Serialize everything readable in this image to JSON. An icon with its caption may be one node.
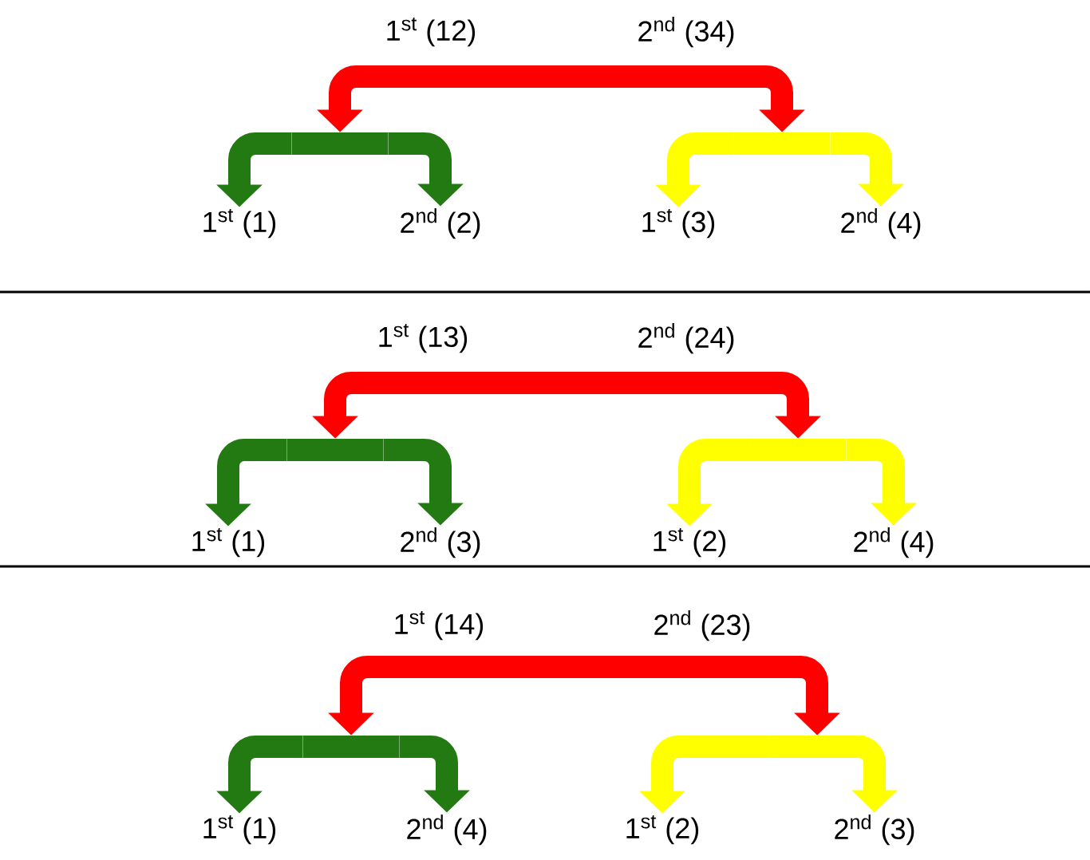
{
  "diagram": {
    "nodes": [
      {
        "text": [],
        "shape": "bar"
      },
      {
        "text": [],
        "shape": "bar"
      },
      {
        "text": [
          "1$^{st}$ (1)"
        ]
      },
      {
        "text": [
          "2$^{nd}$ (2)"
        ]
      },
      {
        "text": [
          "1$^{st}$ (3)"
        ]
      },
      {
        "text": [
          "2$^{nd}$ (4)"
        ]
      },
      {
        "text": [],
        "shape": "bar"
      },
      {
        "text": [],
        "shape": "bar"
      },
      {
        "text": [
          "1$^{st}$ (1)"
        ]
      },
      {
        "text": [
          "2$^{nd}$ (3)"
        ]
      },
      {
        "text": [
          "1$^{st}$ (2)"
        ]
      },
      {
        "text": [
          "2$^{nd}$ (4)"
        ]
      },
      {
        "text": [],
        "shape": "bar"
      },
      {
        "text": [],
        "shape": "bar"
      },
      {
        "text": [
          "1$^{st}$ (1)"
        ]
      },
      {
        "text": [
          "2$^{nd}$ (4)"
        ]
      },
      {
        "text": [
          "1$^{st}$ (2)"
        ]
      },
      {
        "text": [
          "2$^{nd}$ (3)"
        ]
      }
    ],
    "edges": [
      {
        "from": null,
        "to": 0,
        "arrow": "to",
        "label": "1$^{st}$ (12)",
        "color": "#ff0000"
      },
      {
        "from": null,
        "to": 1,
        "arrow": "to",
        "label": "2$^{nd}$ (34)",
        "color": "#ff0000"
      },
      {
        "from": 0,
        "to": 2,
        "arrow": "to",
        "color": "#237a12"
      },
      {
        "from": 0,
        "to": 3,
        "arrow": "to",
        "color": "#237a12"
      },
      {
        "from": 1,
        "to": 4,
        "arrow": "to",
        "color": "#ffff00"
      },
      {
        "from": 1,
        "to": 5,
        "arrow": "to",
        "color": "#ffff00"
      },
      {
        "from": null,
        "to": 6,
        "arrow": "to",
        "label": "1$^{st}$ (13)",
        "color": "#ff0000"
      },
      {
        "from": null,
        "to": 7,
        "arrow": "to",
        "label": "2$^{nd}$ (24)",
        "color": "#ff0000"
      },
      {
        "from": 6,
        "to": 8,
        "arrow": "to",
        "color": "#237a12"
      },
      {
        "from": 6,
        "to": 9,
        "arrow": "to",
        "color": "#237a12"
      },
      {
        "from": 7,
        "to": 10,
        "arrow": "to",
        "color": "#ffff00"
      },
      {
        "from": 7,
        "to": 11,
        "arrow": "to",
        "color": "#ffff00"
      },
      {
        "from": null,
        "to": 12,
        "arrow": "to",
        "label": "1$^{st}$ (14)",
        "color": "#ff0000"
      },
      {
        "from": null,
        "to": 13,
        "arrow": "to",
        "label": "2$^{nd}$ (23)",
        "color": "#ff0000"
      },
      {
        "from": 12,
        "to": 14,
        "arrow": "to",
        "color": "#237a12"
      },
      {
        "from": 12,
        "to": 15,
        "arrow": "to",
        "color": "#237a12"
      },
      {
        "from": 13,
        "to": 16,
        "arrow": "to",
        "color": "#ffff00"
      },
      {
        "from": 13,
        "to": 17,
        "arrow": "to",
        "color": "#ffff00"
      }
    ]
  }
}
